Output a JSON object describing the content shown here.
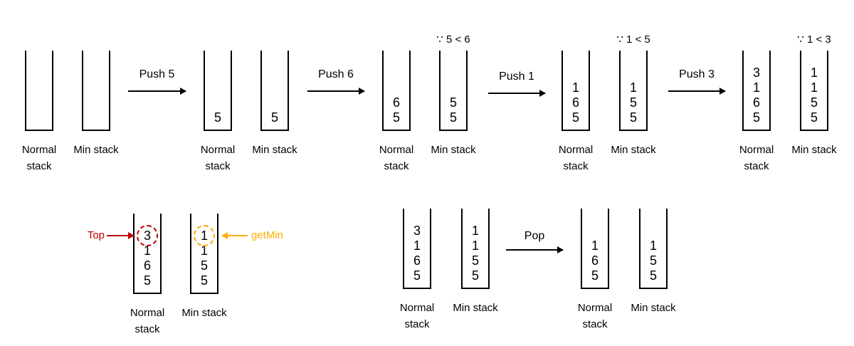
{
  "colors": {
    "line": "#000000",
    "top_pointer_red": "#C00000",
    "getmin_pointer_orange": "#FFAD00"
  },
  "labels": {
    "normal": "Normal stack",
    "min": "Min stack"
  },
  "top_row": {
    "groups": [
      {
        "normal": [],
        "min": [],
        "note": ""
      },
      {
        "normal": [
          "5"
        ],
        "min": [
          "5"
        ],
        "note": ""
      },
      {
        "normal": [
          "6",
          "5"
        ],
        "min": [
          "5",
          "5"
        ],
        "note": "∵ 5 < 6"
      },
      {
        "normal": [
          "1",
          "6",
          "5"
        ],
        "min": [
          "1",
          "5",
          "5"
        ],
        "note": "∵ 1 < 5"
      },
      {
        "normal": [
          "3",
          "1",
          "6",
          "5"
        ],
        "min": [
          "1",
          "1",
          "5",
          "5"
        ],
        "note": "∵ 1 < 3"
      }
    ],
    "operations": [
      "Push 5",
      "Push 6",
      "Push 1",
      "Push 3"
    ]
  },
  "bottom_left": {
    "normal": [
      "3",
      "1",
      "6",
      "5"
    ],
    "min": [
      "1",
      "1",
      "5",
      "5"
    ],
    "top_label": "Top",
    "getmin_label": "getMin"
  },
  "bottom_right": {
    "before": {
      "normal": [
        "3",
        "1",
        "6",
        "5"
      ],
      "min": [
        "1",
        "1",
        "5",
        "5"
      ]
    },
    "operation": "Pop",
    "after": {
      "normal": [
        "1",
        "6",
        "5"
      ],
      "min": [
        "1",
        "5",
        "5"
      ]
    }
  }
}
